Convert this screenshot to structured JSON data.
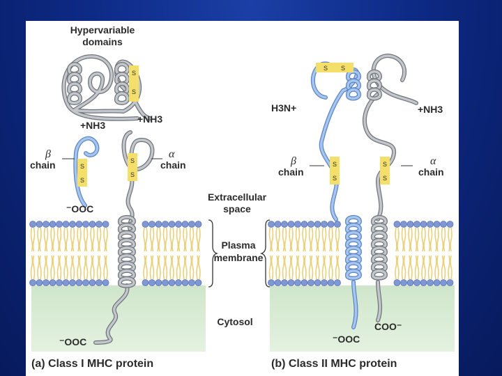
{
  "labels": {
    "hypervariable_line1": "Hypervariable",
    "hypervariable_line2": "domains",
    "nh3_a": "+NH3",
    "nh3_b": "+NH3",
    "beta_a": "β",
    "chain_beta_a": "chain",
    "alpha_a": "α",
    "chain_alpha_a": "chain",
    "ooc_a1": "⁻OOC",
    "ooc_a2": "⁻OOC",
    "extracellular_line1": "Extracellular",
    "extracellular_line2": "space",
    "plasma_line1": "Plasma",
    "plasma_line2": "membrane",
    "cytosol": "Cytosol",
    "caption_a": "(a) Class I MHC protein",
    "h3n_b": "H3N+",
    "nh3_c": "+NH3",
    "beta_b": "β",
    "chain_beta_b": "chain",
    "alpha_b": "α",
    "chain_alpha_b": "chain",
    "coo_b": "COO⁻",
    "ooc_b": "⁻OOC",
    "caption_b": "(b) Class II MHC protein",
    "disulfide_s": "S"
  },
  "colors": {
    "alpha_chain": "#a9aeb4",
    "beta_chain": "#8fb5e3",
    "disulfide": "#f3df6a",
    "lipid_head": "#7f97d2",
    "lipid_tail": "#e9d07a",
    "cytosol": "#d5ead1",
    "background": "#0d2a86"
  }
}
